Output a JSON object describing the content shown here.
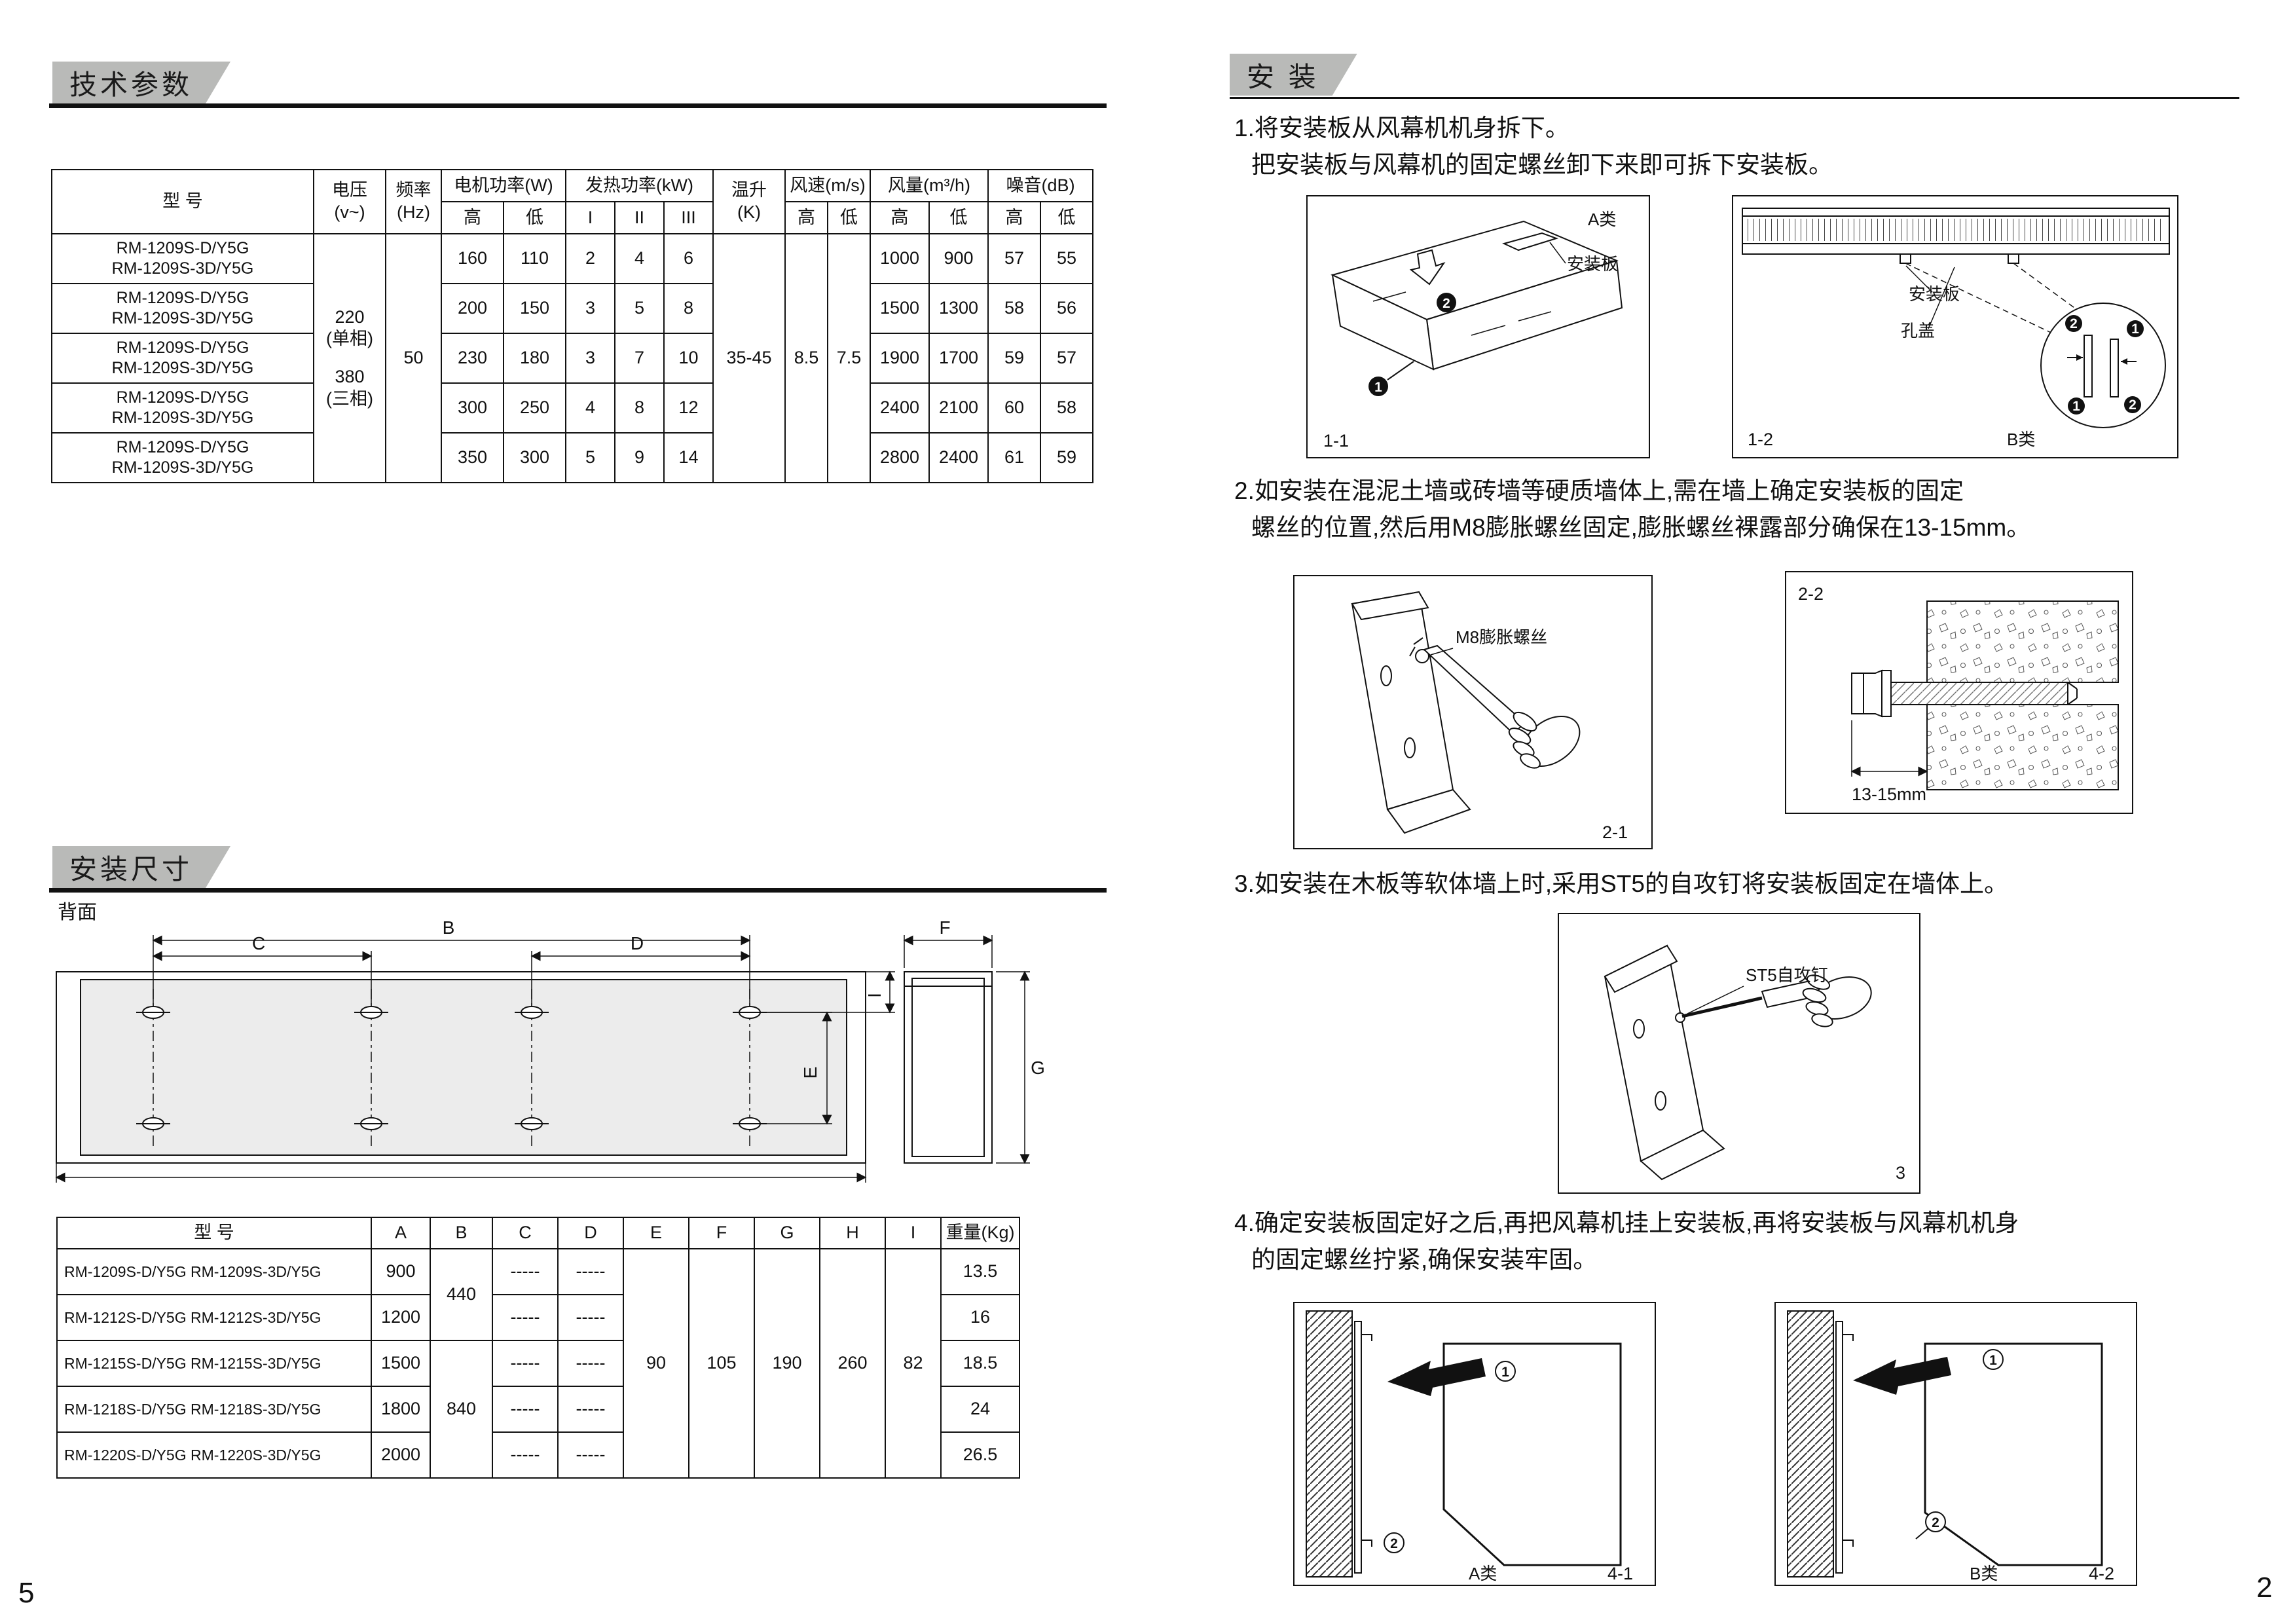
{
  "page": {
    "left_number": "5",
    "right_number": "2"
  },
  "tech_params": {
    "section_title": "技术参数",
    "header": {
      "model": "型 号",
      "voltage_line1": "电压",
      "voltage_line2": "(v~)",
      "freq_line1": "频率",
      "freq_line2": "(Hz)",
      "motor_power": "电机功率(W)",
      "heat_power": "发热功率(kW)",
      "temp_line1": "温升",
      "temp_line2": "(K)",
      "wind_speed": "风速(m/s)",
      "air_volume": "风量(m³/h)",
      "noise": "噪音(dB)",
      "high": "高",
      "low": "低",
      "gear1": "I",
      "gear2": "II",
      "gear3": "III"
    },
    "shared": {
      "voltage1": "220",
      "voltage1_note": "(单相)",
      "voltage2": "380",
      "voltage2_note": "(三相)",
      "frequency": "50",
      "temp_rise": "35-45",
      "wind_high": "8.5",
      "wind_low": "7.5"
    },
    "rows": [
      {
        "model1": "RM-1209S-D/Y5G",
        "model2": "RM-1209S-3D/Y5G",
        "mp_high": "160",
        "mp_low": "110",
        "g1": "2",
        "g2": "4",
        "g3": "6",
        "av_high": "1000",
        "av_low": "900",
        "noise_high": "57",
        "noise_low": "55"
      },
      {
        "model1": "RM-1209S-D/Y5G",
        "model2": "RM-1209S-3D/Y5G",
        "mp_high": "200",
        "mp_low": "150",
        "g1": "3",
        "g2": "5",
        "g3": "8",
        "av_high": "1500",
        "av_low": "1300",
        "noise_high": "58",
        "noise_low": "56"
      },
      {
        "model1": "RM-1209S-D/Y5G",
        "model2": "RM-1209S-3D/Y5G",
        "mp_high": "230",
        "mp_low": "180",
        "g1": "3",
        "g2": "7",
        "g3": "10",
        "av_high": "1900",
        "av_low": "1700",
        "noise_high": "59",
        "noise_low": "57"
      },
      {
        "model1": "RM-1209S-D/Y5G",
        "model2": "RM-1209S-3D/Y5G",
        "mp_high": "300",
        "mp_low": "250",
        "g1": "4",
        "g2": "8",
        "g3": "12",
        "av_high": "2400",
        "av_low": "2100",
        "noise_high": "60",
        "noise_low": "58"
      },
      {
        "model1": "RM-1209S-D/Y5G",
        "model2": "RM-1209S-3D/Y5G",
        "mp_high": "350",
        "mp_low": "300",
        "g1": "5",
        "g2": "9",
        "g3": "14",
        "av_high": "2800",
        "av_low": "2400",
        "noise_high": "61",
        "noise_low": "59"
      }
    ]
  },
  "install_dim": {
    "section_title": "安装尺寸",
    "back_label": "背面",
    "diagram_labels": {
      "b": "B",
      "c": "C",
      "d": "D",
      "e": "E",
      "i": "I",
      "f": "F",
      "g": "G"
    },
    "table": {
      "col_model": "型 号",
      "col_a": "A",
      "col_b": "B",
      "col_c": "C",
      "col_d": "D",
      "col_e": "E",
      "col_f": "F",
      "col_g": "G",
      "col_h": "H",
      "col_i": "I",
      "col_weight": "重量(Kg)",
      "shared": {
        "b_top": "440",
        "b_bottom": "840",
        "e": "90",
        "f": "105",
        "g": "190",
        "h": "260",
        "i": "82"
      },
      "rows": [
        {
          "model": "RM-1209S-D/Y5G RM-1209S-3D/Y5G",
          "a": "900",
          "c": "-----",
          "d": "-----",
          "weight": "13.5"
        },
        {
          "model": "RM-1212S-D/Y5G RM-1212S-3D/Y5G",
          "a": "1200",
          "c": "-----",
          "d": "-----",
          "weight": "16"
        },
        {
          "model": "RM-1215S-D/Y5G RM-1215S-3D/Y5G",
          "a": "1500",
          "c": "-----",
          "d": "-----",
          "weight": "18.5"
        },
        {
          "model": "RM-1218S-D/Y5G RM-1218S-3D/Y5G",
          "a": "1800",
          "c": "-----",
          "d": "-----",
          "weight": "24"
        },
        {
          "model": "RM-1220S-D/Y5G RM-1220S-3D/Y5G",
          "a": "2000",
          "c": "-----",
          "d": "-----",
          "weight": "26.5"
        }
      ]
    }
  },
  "install": {
    "section_title": "安 装",
    "step1_line1": "1.将安装板从风幕机机身拆下。",
    "step1_line2": "把安装板与风幕机的固定螺丝卸下来即可拆下安装板。",
    "step2_line1": "2.如安装在混泥土墙或砖墙等硬质墙体上,需在墙上确定安装板的固定",
    "step2_line2": "螺丝的位置,然后用M8膨胀螺丝固定,膨胀螺丝裸露部分确保在13-15mm。",
    "step3_line1": "3.如安装在木板等软体墙上时,采用ST5的自攻钉将安装板固定在墙体上。",
    "step4_line1": "4.确定安装板固定好之后,再把风幕机挂上安装板,再将安装板与风幕机机身",
    "step4_line2": "的固定螺丝拧紧,确保安装牢固。",
    "fig11": {
      "caption": "1-1",
      "class_label": "A类",
      "plate_label": "安装板",
      "marker1": "1",
      "marker2": "2"
    },
    "fig12": {
      "caption": "1-2",
      "class_label": "B类",
      "plate_label": "安装板",
      "cover_label": "孔盖",
      "marker1": "1",
      "marker2": "2"
    },
    "fig21": {
      "caption": "2-1",
      "bolt_label": "M8膨胀螺丝"
    },
    "fig22": {
      "caption": "2-2",
      "dim_label": "13-15mm"
    },
    "fig3": {
      "caption": "3",
      "screw_label": "ST5自攻钉"
    },
    "fig41": {
      "caption": "4-1",
      "class_label": "A类",
      "marker1": "①",
      "marker2": "②"
    },
    "fig42": {
      "caption": "4-2",
      "class_label": "B类",
      "marker1": "①",
      "marker2": "②"
    }
  }
}
